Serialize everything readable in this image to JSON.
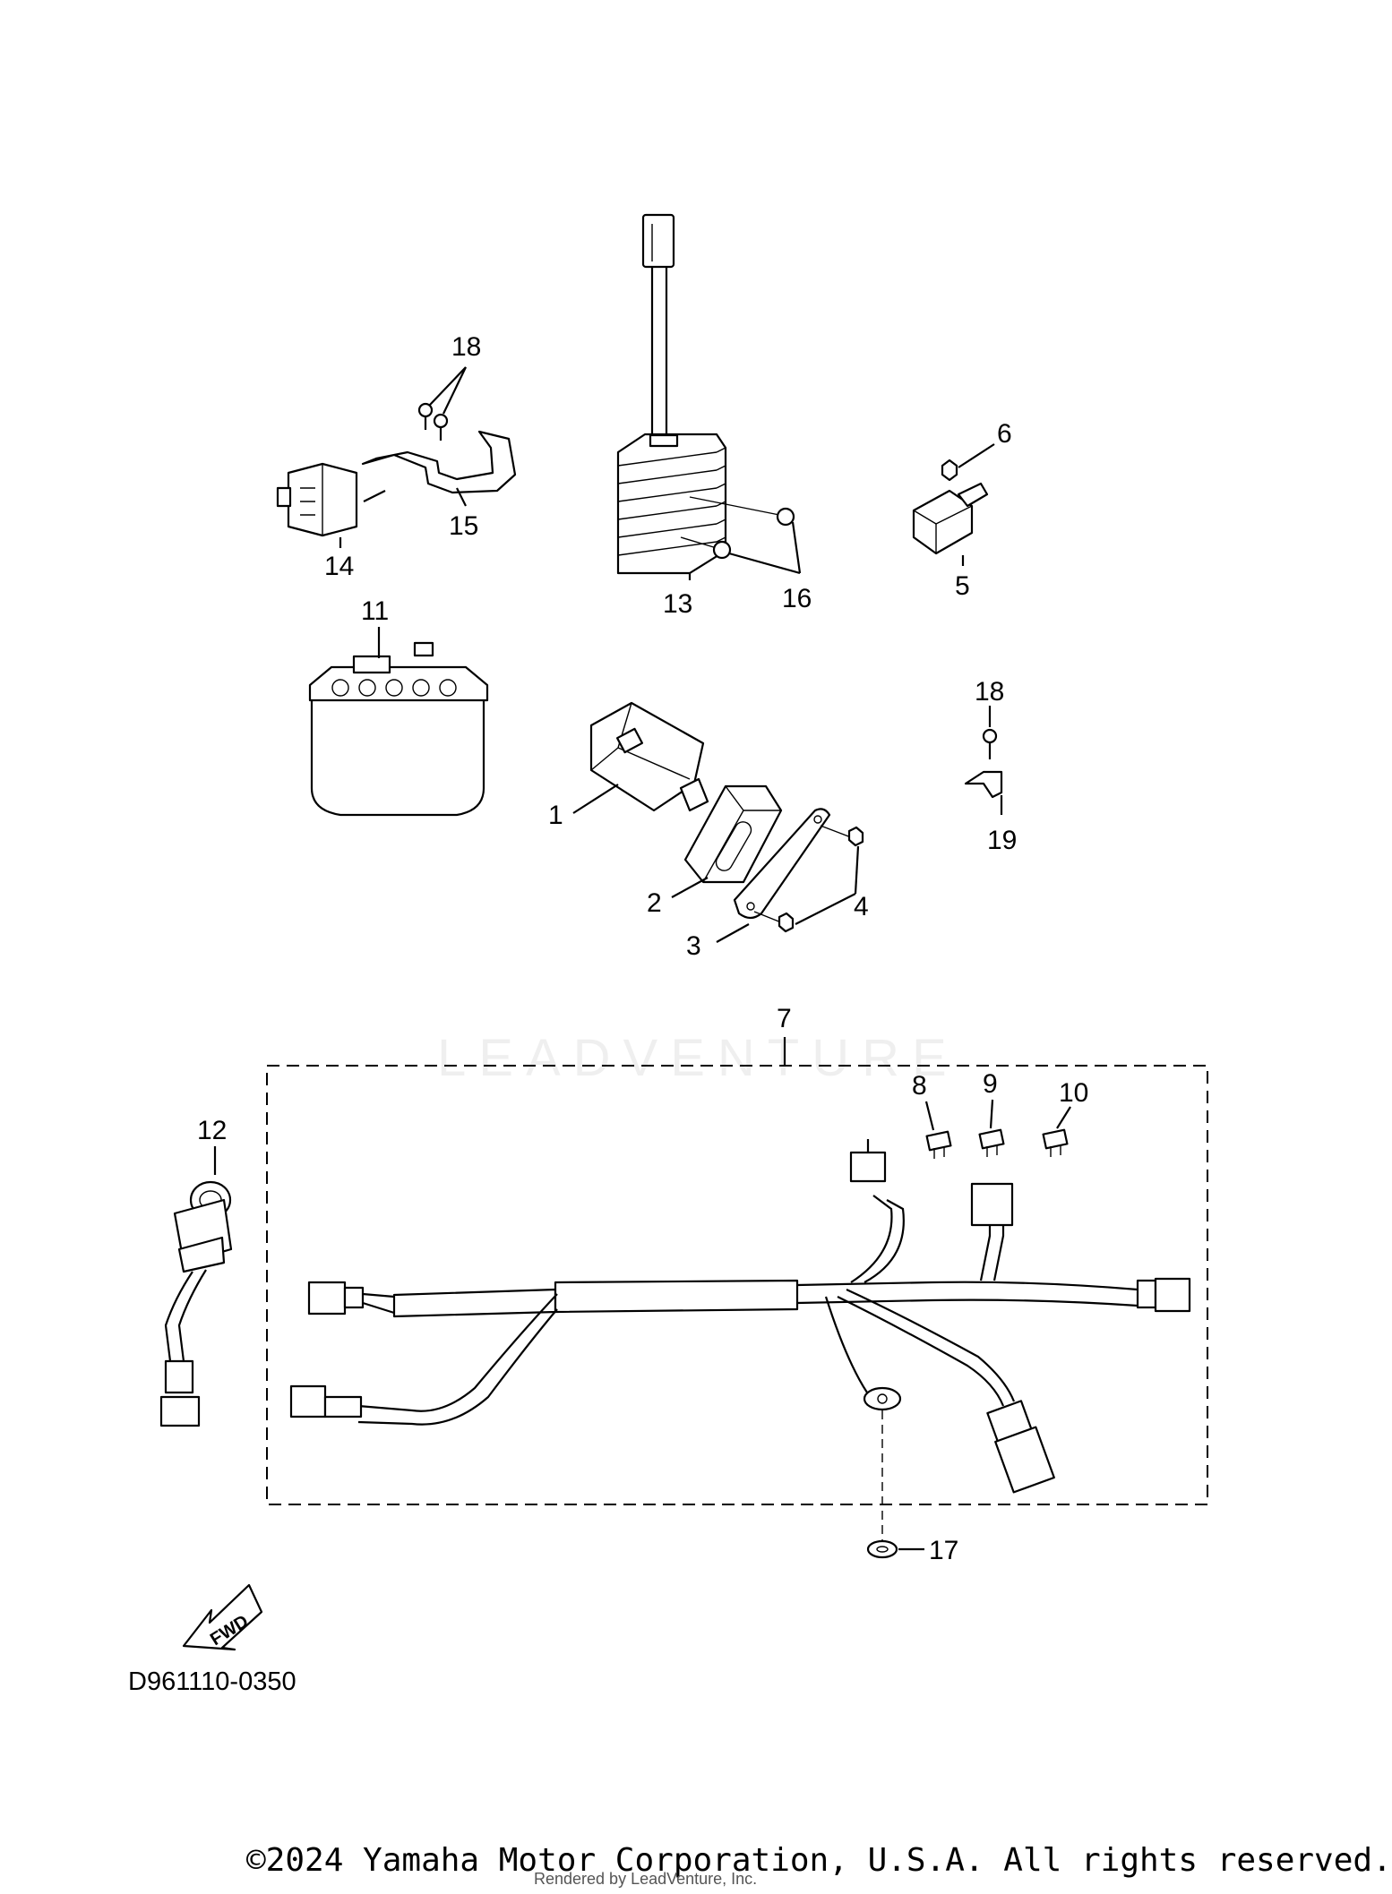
{
  "diagram_code": "D961110-0350",
  "copyright": "©2024 Yamaha Motor Corporation, U.S.A. All rights reserved.",
  "rendered_by": "Rendered by LeadVenture, Inc.",
  "watermark": "LEADVENTURE",
  "fwd_label": "FWD",
  "callouts": {
    "p1": "1",
    "p2": "2",
    "p3": "3",
    "p4": "4",
    "p5": "5",
    "p6": "6",
    "p7": "7",
    "p8": "8",
    "p9": "9",
    "p10": "10",
    "p11": "11",
    "p12": "12",
    "p13": "13",
    "p14": "14",
    "p15": "15",
    "p16": "16",
    "p17": "17",
    "p18a": "18",
    "p18b": "18",
    "p19": "19"
  },
  "icons": {
    "part1": "cdi-unit",
    "part2": "cdi-rubber-holder",
    "part3": "bracket-plate",
    "part4": "bolt",
    "part5": "relay",
    "part6": "nut",
    "part7": "wire-harness",
    "part8": "fuse",
    "part9": "fuse",
    "part10": "fuse",
    "part11": "battery",
    "part12": "main-switch",
    "part13": "rectifier-regulator",
    "part14": "starter-relay",
    "part15": "bracket",
    "part16": "bolt",
    "part17": "washer",
    "part18": "screw",
    "part19": "clip",
    "fwd": "forward-arrow"
  }
}
